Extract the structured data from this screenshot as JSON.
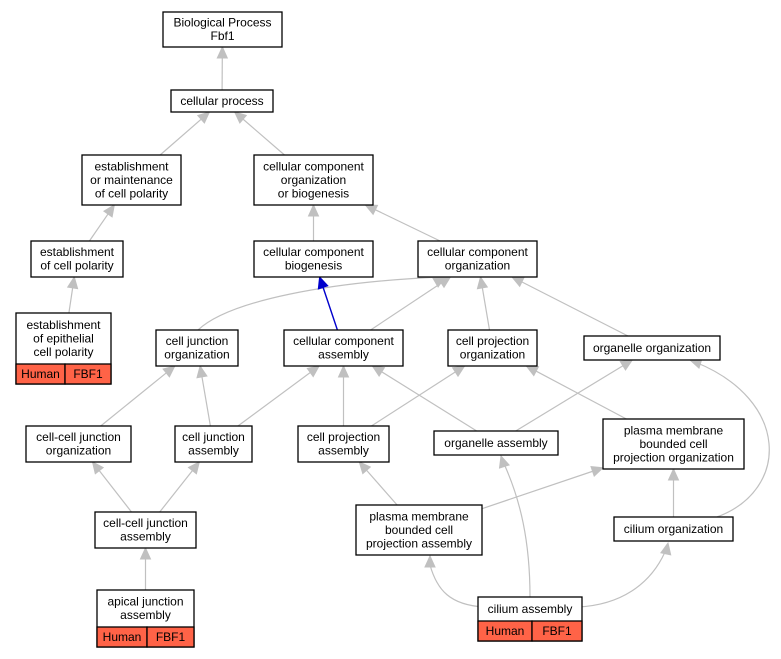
{
  "nodes": [
    {
      "id": "bp",
      "lines": [
        "Biological Process",
        "Fbf1"
      ]
    },
    {
      "id": "cp",
      "lines": [
        "cellular process"
      ]
    },
    {
      "id": "emcp",
      "lines": [
        "establishment",
        "or maintenance",
        "of cell polarity"
      ]
    },
    {
      "id": "ccob",
      "lines": [
        "cellular component",
        "organization",
        "or biogenesis"
      ]
    },
    {
      "id": "ecp",
      "lines": [
        "establishment",
        "of cell polarity"
      ]
    },
    {
      "id": "ccb",
      "lines": [
        "cellular component",
        "biogenesis"
      ]
    },
    {
      "id": "cco",
      "lines": [
        "cellular component",
        "organization"
      ]
    },
    {
      "id": "eecp",
      "lines": [
        "establishment",
        "of epithelial",
        "cell polarity"
      ],
      "annotation": [
        "Human",
        "FBF1"
      ]
    },
    {
      "id": "cjo",
      "lines": [
        "cell junction",
        "organization"
      ]
    },
    {
      "id": "cca",
      "lines": [
        "cellular component",
        "assembly"
      ]
    },
    {
      "id": "cpo",
      "lines": [
        "cell projection",
        "organization"
      ]
    },
    {
      "id": "oo",
      "lines": [
        "organelle organization"
      ]
    },
    {
      "id": "ccjo",
      "lines": [
        "cell-cell junction",
        "organization"
      ]
    },
    {
      "id": "cja",
      "lines": [
        "cell junction",
        "assembly"
      ]
    },
    {
      "id": "cpa",
      "lines": [
        "cell projection",
        "assembly"
      ]
    },
    {
      "id": "oa",
      "lines": [
        "organelle assembly"
      ]
    },
    {
      "id": "pmbcpo",
      "lines": [
        "plasma membrane",
        "bounded cell",
        "projection organization"
      ]
    },
    {
      "id": "ccja",
      "lines": [
        "cell-cell junction",
        "assembly"
      ]
    },
    {
      "id": "pmbcpa",
      "lines": [
        "plasma membrane",
        "bounded cell",
        "projection assembly"
      ]
    },
    {
      "id": "co",
      "lines": [
        "cilium organization"
      ]
    },
    {
      "id": "aja",
      "lines": [
        "apical junction",
        "assembly"
      ],
      "annotation": [
        "Human",
        "FBF1"
      ]
    },
    {
      "id": "ca",
      "lines": [
        "cilium assembly"
      ],
      "annotation": [
        "Human",
        "FBF1"
      ]
    }
  ],
  "edges": [
    {
      "from": "cp",
      "to": "bp"
    },
    {
      "from": "emcp",
      "to": "cp"
    },
    {
      "from": "ccob",
      "to": "cp"
    },
    {
      "from": "ecp",
      "to": "emcp"
    },
    {
      "from": "ccb",
      "to": "ccob"
    },
    {
      "from": "cco",
      "to": "ccob"
    },
    {
      "from": "eecp",
      "to": "ecp"
    },
    {
      "from": "cjo",
      "to": "cco"
    },
    {
      "from": "cca",
      "to": "cco"
    },
    {
      "from": "cca",
      "to": "ccb",
      "highlight": true
    },
    {
      "from": "cpo",
      "to": "cco"
    },
    {
      "from": "oo",
      "to": "cco"
    },
    {
      "from": "ccjo",
      "to": "cjo"
    },
    {
      "from": "cja",
      "to": "cjo"
    },
    {
      "from": "cja",
      "to": "cca"
    },
    {
      "from": "cpa",
      "to": "cca"
    },
    {
      "from": "cpa",
      "to": "cpo"
    },
    {
      "from": "oa",
      "to": "cca"
    },
    {
      "from": "oa",
      "to": "oo"
    },
    {
      "from": "pmbcpo",
      "to": "cpo"
    },
    {
      "from": "ccja",
      "to": "ccjo"
    },
    {
      "from": "ccja",
      "to": "cja"
    },
    {
      "from": "pmbcpa",
      "to": "cpa"
    },
    {
      "from": "pmbcpa",
      "to": "pmbcpo"
    },
    {
      "from": "co",
      "to": "pmbcpo"
    },
    {
      "from": "co",
      "to": "oo"
    },
    {
      "from": "aja",
      "to": "ccja"
    },
    {
      "from": "ca",
      "to": "pmbcpa"
    },
    {
      "from": "ca",
      "to": "oa"
    },
    {
      "from": "ca",
      "to": "co"
    }
  ],
  "colors": {
    "annotation_fill": "#ff6347",
    "edge": "#c0c0c0",
    "highlight_edge": "#0000cc"
  }
}
